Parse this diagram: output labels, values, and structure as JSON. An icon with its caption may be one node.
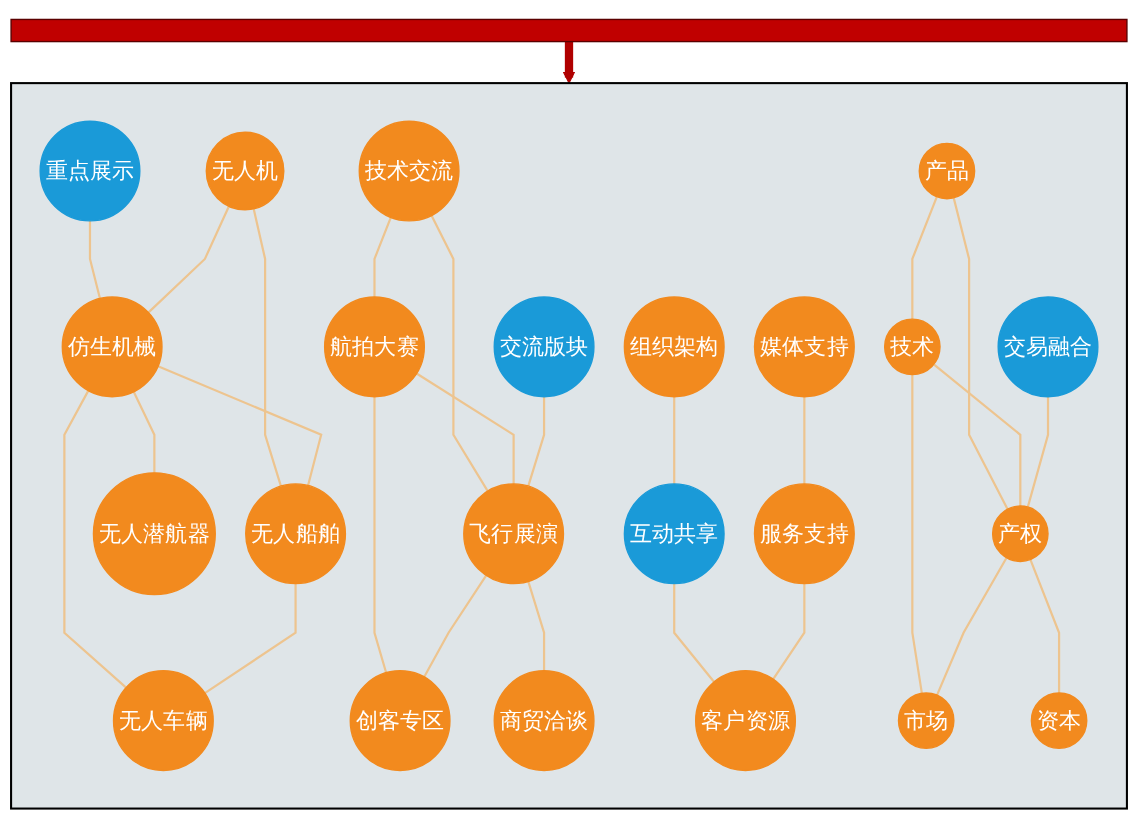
{
  "diagram": {
    "nodes": [
      {
        "text": [],
        "shape": "box"
      },
      {
        "text": [],
        "shape": "box"
      },
      {
        "text": [
          "重点展示"
        ],
        "in": 1
      },
      {
        "text": [
          "无人机"
        ],
        "in": 1
      },
      {
        "text": [
          "无人船舶"
        ],
        "in": 1
      },
      {
        "text": [
          "仿生机械"
        ],
        "in": 1
      },
      {
        "text": [
          "无人潜航器"
        ],
        "in": 1
      },
      {
        "text": [
          "无人车辆"
        ],
        "in": 1
      },
      {
        "text": [
          "技术交流"
        ],
        "in": 1
      },
      {
        "text": [
          "交流版块"
        ],
        "in": 1
      },
      {
        "text": [
          "航拍大赛"
        ],
        "in": 1
      },
      {
        "text": [
          "飞行展演"
        ],
        "in": 1
      },
      {
        "text": [
          "商贸洽谈"
        ],
        "in": 1
      },
      {
        "text": [
          "创客专区"
        ],
        "in": 1
      },
      {
        "text": [
          "组织架构"
        ],
        "in": 1
      },
      {
        "text": [
          "媒体支持"
        ],
        "in": 1
      },
      {
        "text": [
          "互动共享"
        ],
        "in": 1
      },
      {
        "text": [
          "服务支持"
        ],
        "in": 1
      },
      {
        "text": [
          "客户资源"
        ],
        "in": 1
      },
      {
        "text": [
          "产品"
        ],
        "in": 1
      },
      {
        "text": [
          "交易融合"
        ],
        "in": 1
      },
      {
        "text": [
          "技术"
        ],
        "in": 1
      },
      {
        "text": [
          "产权"
        ],
        "in": 1
      },
      {
        "text": [
          "资本"
        ],
        "in": 1
      },
      {
        "text": [
          "市场"
        ],
        "in": 1
      }
    ],
    "edges": [
      {
        "from": 0,
        "to": 1,
        "arrow": "to",
        "style": "thick",
        "color": "#b00000"
      },
      {
        "from": 2,
        "to": 5,
        "arrow": "none"
      },
      {
        "from": 3,
        "to": 5,
        "arrow": "none"
      },
      {
        "from": 3,
        "to": 4,
        "arrow": "none"
      },
      {
        "from": 5,
        "to": 4,
        "arrow": "none"
      },
      {
        "from": 5,
        "to": 6,
        "arrow": "none"
      },
      {
        "from": 5,
        "to": 7,
        "arrow": "none"
      },
      {
        "from": 4,
        "to": 7,
        "arrow": "none"
      },
      {
        "from": 8,
        "to": 10,
        "arrow": "none"
      },
      {
        "from": 8,
        "to": 11,
        "arrow": "none"
      },
      {
        "from": 10,
        "to": 11,
        "arrow": "none"
      },
      {
        "from": 10,
        "to": 13,
        "arrow": "none"
      },
      {
        "from": 11,
        "to": 13,
        "arrow": "none"
      },
      {
        "from": 9,
        "to": 11,
        "arrow": "none"
      },
      {
        "from": 11,
        "to": 12,
        "arrow": "none"
      },
      {
        "from": 14,
        "to": 16,
        "arrow": "none"
      },
      {
        "from": 16,
        "to": 18,
        "arrow": "none"
      },
      {
        "from": 17,
        "to": 18,
        "arrow": "none"
      },
      {
        "from": 15,
        "to": 17,
        "arrow": "none"
      },
      {
        "from": 19,
        "to": 21,
        "arrow": "none"
      },
      {
        "from": 19,
        "to": 22,
        "arrow": "none"
      },
      {
        "from": 21,
        "to": 22,
        "arrow": "none"
      },
      {
        "from": 21,
        "to": 24,
        "arrow": "none"
      },
      {
        "from": 22,
        "to": 24,
        "arrow": "none"
      },
      {
        "from": 20,
        "to": 22,
        "arrow": "none"
      },
      {
        "from": 22,
        "to": 23,
        "arrow": "none"
      }
    ]
  }
}
